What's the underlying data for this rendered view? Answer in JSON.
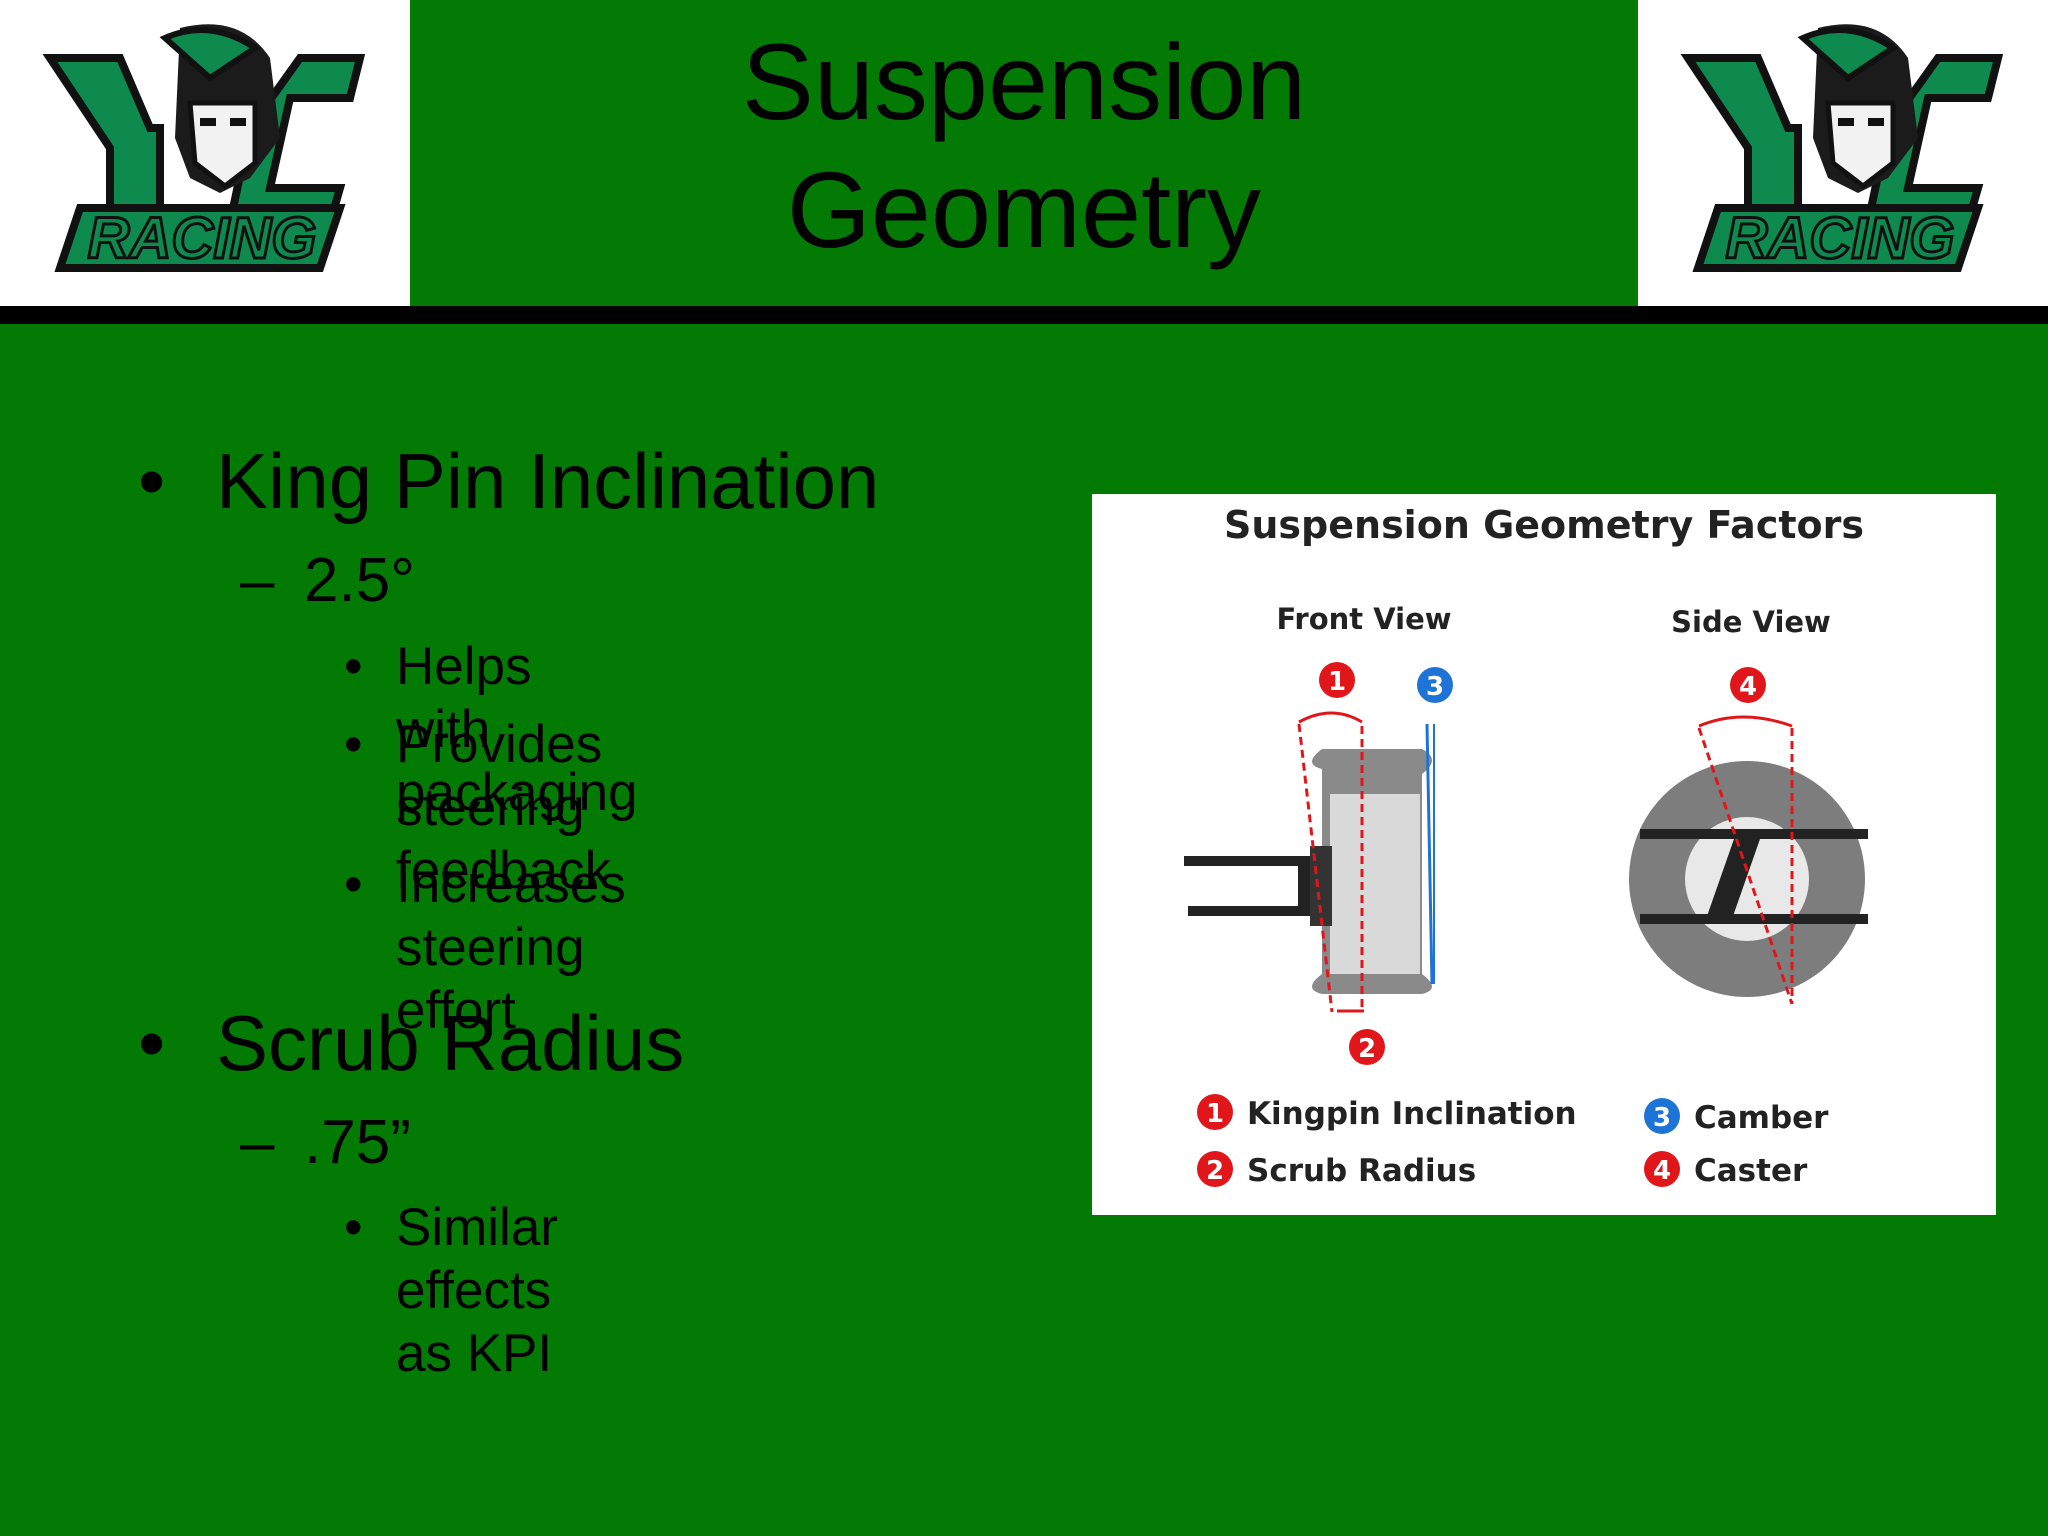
{
  "header": {
    "title_line1": "Suspension",
    "title_line2": "Geometry",
    "logo_text_left": "YC",
    "logo_text_bottom": "RACING"
  },
  "bullets": [
    {
      "label": "King Pin Inclination",
      "sub": {
        "label": "2.5°",
        "items": [
          {
            "line1": "Helps with packaging"
          },
          {
            "line1": "Provides steering",
            "line2": "feedback"
          },
          {
            "line1": "Increases steering",
            "line2": "effort"
          }
        ]
      }
    },
    {
      "label": "Scrub Radius",
      "sub": {
        "label": ".75”",
        "items": [
          {
            "line1": "Similar effects as KPI"
          }
        ]
      }
    }
  ],
  "diagram": {
    "title": "Suspension Geometry Factors",
    "front_view": "Front View",
    "side_view": "Side View",
    "legend": [
      {
        "num": "1",
        "label": "Kingpin Inclination",
        "color": "#e0161b"
      },
      {
        "num": "2",
        "label": "Scrub Radius",
        "color": "#e0161b"
      },
      {
        "num": "3",
        "label": "Camber",
        "color": "#1e74d6"
      },
      {
        "num": "4",
        "label": "Caster",
        "color": "#e0161b"
      }
    ]
  },
  "colors": {
    "background": "#037a03",
    "logo_green": "#0f8a4f",
    "marker_red": "#e0161b",
    "marker_blue": "#1e74d6"
  }
}
